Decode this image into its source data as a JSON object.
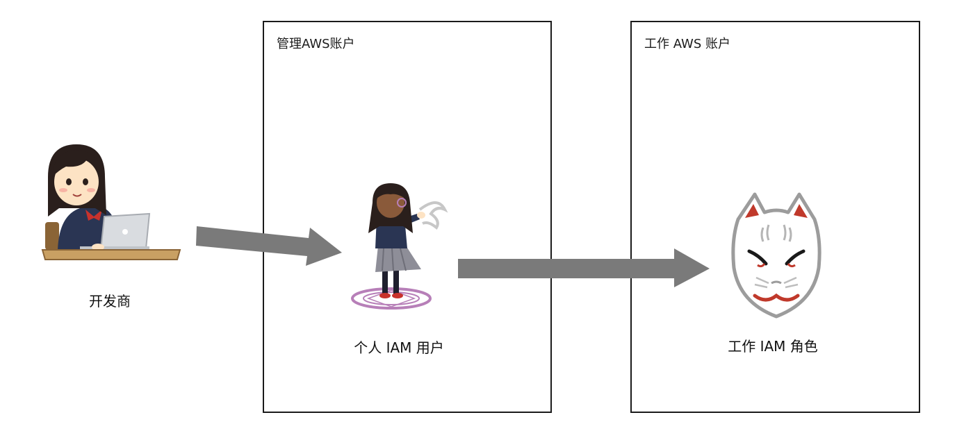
{
  "management_account": {
    "title": "管理AWS账户"
  },
  "work_account": {
    "title": "工作 AWS 账户"
  },
  "developer": {
    "label": "开发商"
  },
  "iam_user": {
    "label": "个人 IAM 用户"
  },
  "iam_role": {
    "label": "工作 IAM 角色"
  },
  "colors": {
    "arrow": "#7a7a7a",
    "border": "#1a1a1a",
    "hair": "#2a1f1c",
    "skin": "#fde3c4",
    "uniform": "#2a3553",
    "ribbon": "#c8322c",
    "desk": "#c9a063",
    "laptop": "#d9dce0",
    "mask_outline": "#9c9c9c",
    "mask_red": "#c0392b",
    "magic_circle": "#b77fb8"
  }
}
